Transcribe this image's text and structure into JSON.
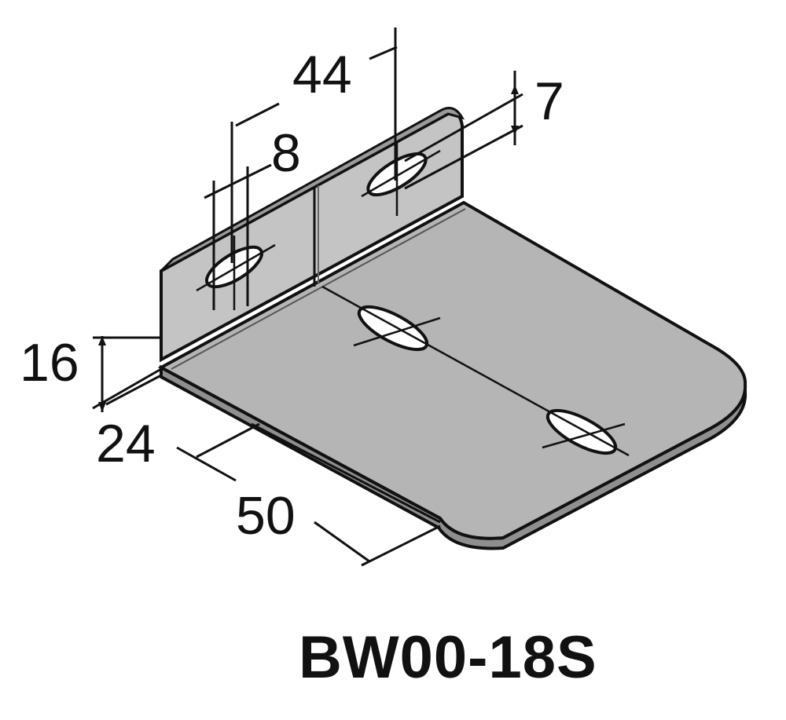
{
  "part": {
    "code": "BW00-18S"
  },
  "dimensions": {
    "d44": "44",
    "d8": "8",
    "d7": "7",
    "d16": "16",
    "d24": "24",
    "d50": "50"
  },
  "colors": {
    "plate_fill": "#b5b5b5",
    "plate_side": "#8f8f8f",
    "upright_fill": "#c4c4c4",
    "stroke": "#111111"
  }
}
